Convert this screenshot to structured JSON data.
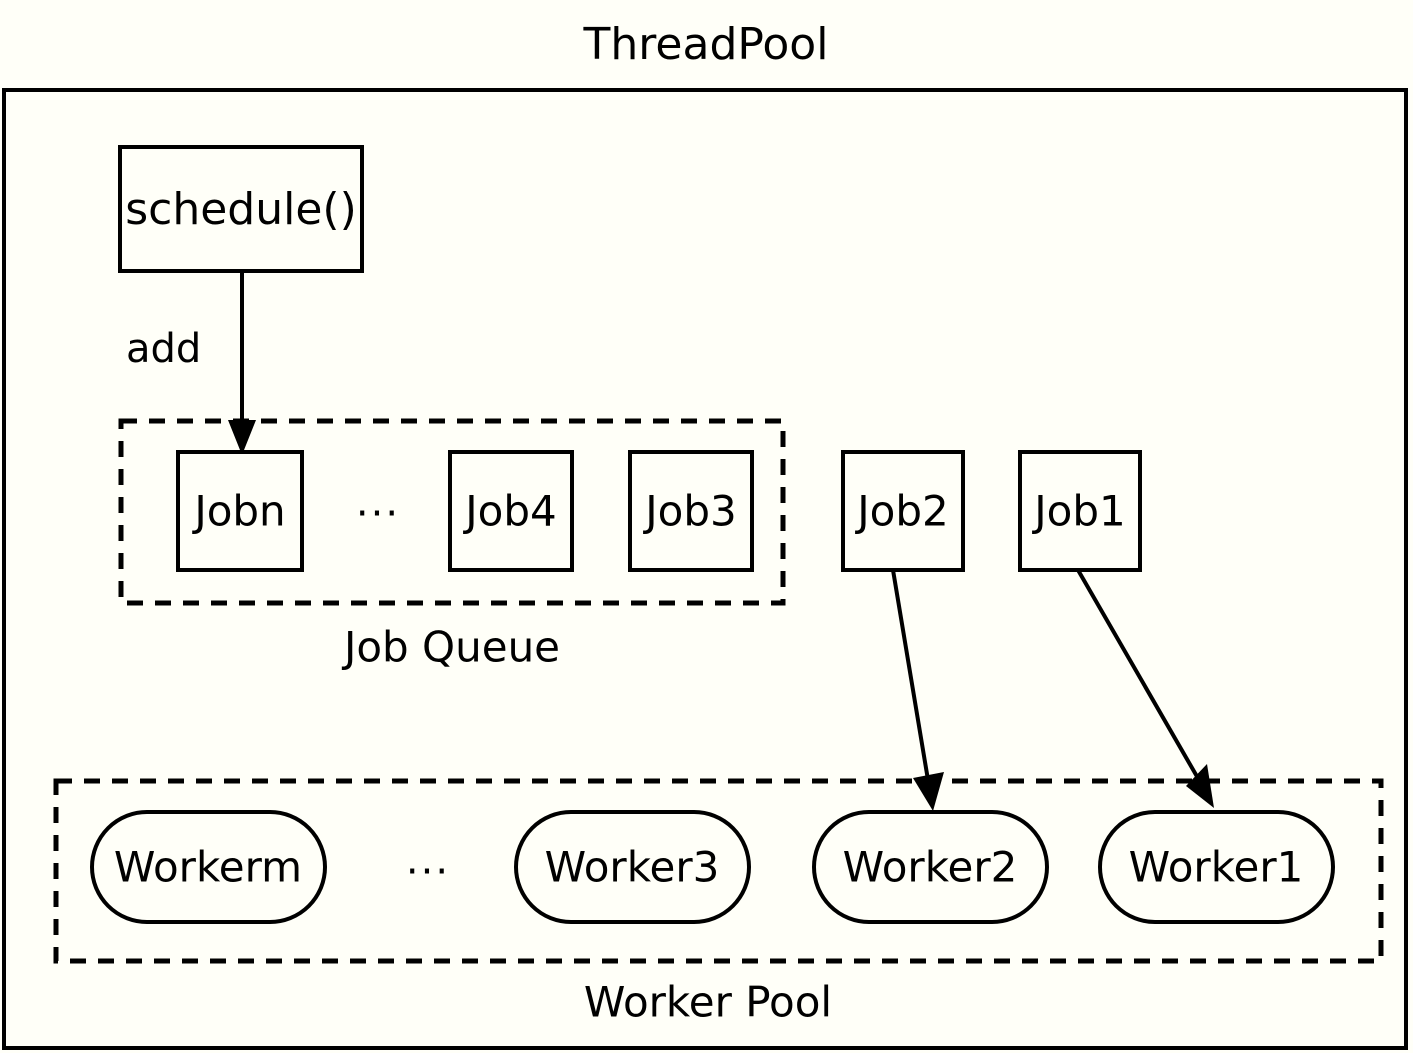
{
  "diagram": {
    "title": "ThreadPool",
    "background_color": "#fffff8",
    "stroke_color": "#000000",
    "entry": {
      "label": "schedule()"
    },
    "edges": {
      "add_label": "add",
      "dispatch": [
        {
          "from": "Job2",
          "to": "Worker2"
        },
        {
          "from": "Job1",
          "to": "Worker1"
        }
      ]
    },
    "job_queue": {
      "group_label": "Job Queue",
      "ellipsis": "···",
      "jobs": [
        {
          "label": "Jobn"
        },
        {
          "label": "Job4"
        },
        {
          "label": "Job3"
        }
      ]
    },
    "pending_jobs": [
      {
        "label": "Job2"
      },
      {
        "label": "Job1"
      }
    ],
    "worker_pool": {
      "group_label": "Worker Pool",
      "ellipsis": "···",
      "workers": [
        {
          "label": "Workerm"
        },
        {
          "label": "Worker3"
        },
        {
          "label": "Worker2"
        },
        {
          "label": "Worker1"
        }
      ]
    }
  }
}
